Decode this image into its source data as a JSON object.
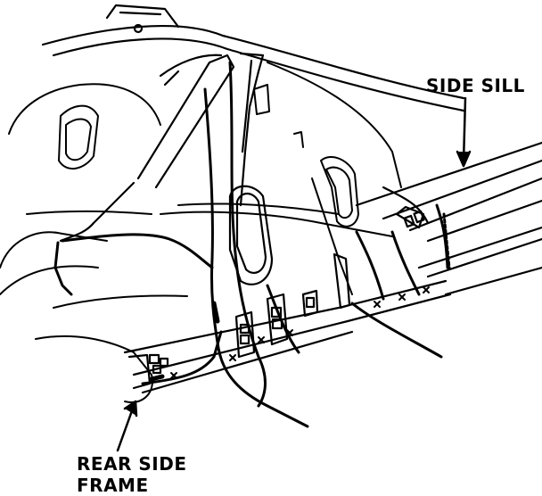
{
  "labels": {
    "side_sill": "SIDE SILL",
    "rear_side_frame_line1": "REAR SIDE",
    "rear_side_frame_line2": "FRAME"
  },
  "colors": {
    "ink": "#000000",
    "paper": "#ffffff"
  }
}
